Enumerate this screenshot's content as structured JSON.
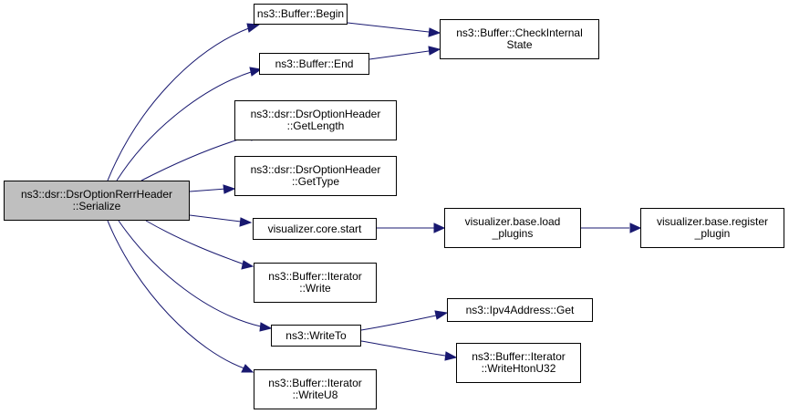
{
  "colors": {
    "edge": "#191970",
    "root_fill": "#bfbfbf",
    "node_fill": "#ffffff",
    "border": "#000000"
  },
  "nodes": {
    "root": {
      "line1": "ns3::dsr::DsrOptionRerrHeader",
      "line2": "::Serialize"
    },
    "begin": {
      "line1": "ns3::Buffer::Begin"
    },
    "end": {
      "line1": "ns3::Buffer::End"
    },
    "check": {
      "line1": "ns3::Buffer::CheckInternal",
      "line2": "State"
    },
    "getlength": {
      "line1": "ns3::dsr::DsrOptionHeader",
      "line2": "::GetLength"
    },
    "gettype": {
      "line1": "ns3::dsr::DsrOptionHeader",
      "line2": "::GetType"
    },
    "start": {
      "line1": "visualizer.core.start"
    },
    "load_plugins": {
      "line1": "visualizer.base.load",
      "line2": "_plugins"
    },
    "register_plugin": {
      "line1": "visualizer.base.register",
      "line2": "_plugin"
    },
    "iter_write": {
      "line1": "ns3::Buffer::Iterator",
      "line2": "::Write"
    },
    "writeto": {
      "line1": "ns3::WriteTo"
    },
    "ipv4_get": {
      "line1": "ns3::Ipv4Address::Get"
    },
    "write_hton": {
      "line1": "ns3::Buffer::Iterator",
      "line2": "::WriteHtonU32"
    },
    "write_u8": {
      "line1": "ns3::Buffer::Iterator",
      "line2": "::WriteU8"
    }
  }
}
